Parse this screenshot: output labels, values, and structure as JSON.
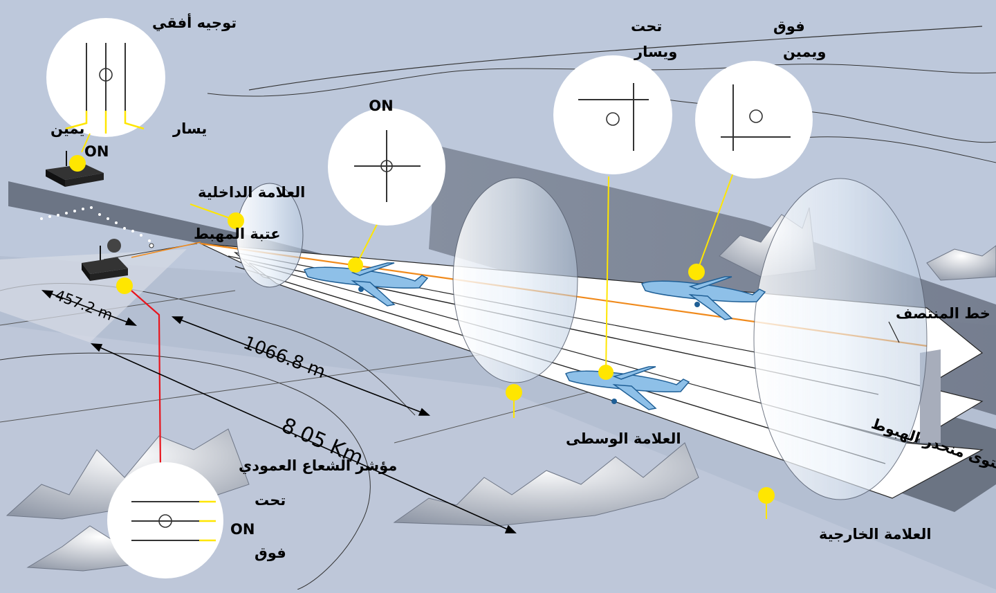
{
  "labels": {
    "horizontal_guidance": "توجيه أفقي",
    "right_left_indicator_right": "يمين",
    "right_left_indicator_left": "يسار",
    "localizer_on": "ON",
    "inner_marker": "العلامة الداخلية",
    "runway_threshold": "عتبة المهبط",
    "glideslope_on": "ON",
    "below_left_line1": "تحت",
    "below_left_line2": "ويسار",
    "above_right_line1": "فوق",
    "above_right_line2": "ويمين",
    "centerline": "خط المنتصف",
    "glide_path_plane": "مستوى منحدر الهبوط",
    "middle_marker": "العلامة الوسطى",
    "outer_marker": "العلامة الخارجية",
    "vertical_beam_indicator": "مؤشر الشعاع العمودي",
    "vertical_below": "تحت",
    "vertical_on": "ON",
    "vertical_above": "فوق"
  },
  "distances": {
    "threshold_to_glideslope": "457.2 m",
    "middle_marker_distance": "1066.8 m",
    "outer_marker_distance": "8.05 Km"
  },
  "colors": {
    "background": "#bdc8db",
    "yellow_marker": "#ffe600",
    "centerline_orange": "#f08a1c",
    "signal_red": "#e8141c",
    "aircraft_blue": "#8ec0e8"
  }
}
